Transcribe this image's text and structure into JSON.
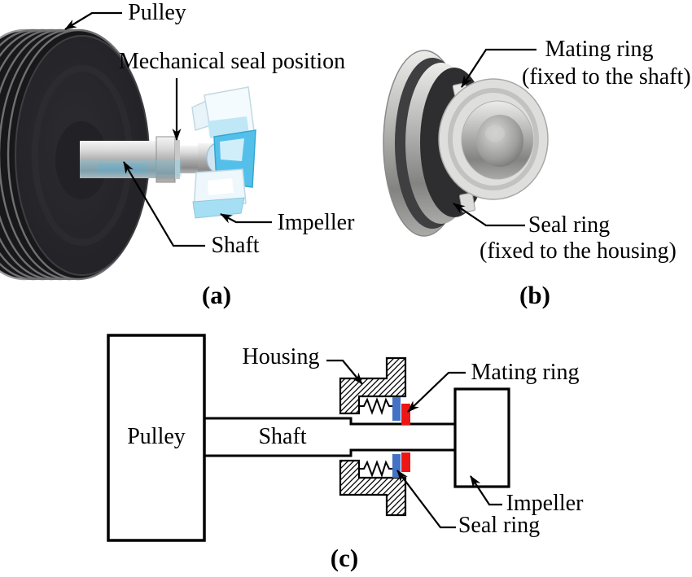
{
  "figure": {
    "panel_a": {
      "caption": "(a)",
      "labels": {
        "pulley": "Pulley",
        "mechanical_seal_position": "Mechanical seal position",
        "shaft": "Shaft",
        "impeller": "Impeller"
      }
    },
    "panel_b": {
      "caption": "(b)",
      "labels": {
        "mating_ring": "Mating ring",
        "mating_ring_sub": "(fixed to the shaft)",
        "seal_ring": "Seal ring",
        "seal_ring_sub": "(fixed to the housing)"
      }
    },
    "panel_c": {
      "caption": "(c)",
      "labels": {
        "pulley": "Pulley",
        "shaft": "Shaft",
        "housing": "Housing",
        "mating_ring": "Mating ring",
        "impeller": "Impeller",
        "seal_ring": "Seal ring"
      }
    },
    "colors": {
      "seal_ring_blue": "#4472c4",
      "mating_ring_red": "#ee1515",
      "line_black": "#000000",
      "background": "#ffffff"
    }
  }
}
